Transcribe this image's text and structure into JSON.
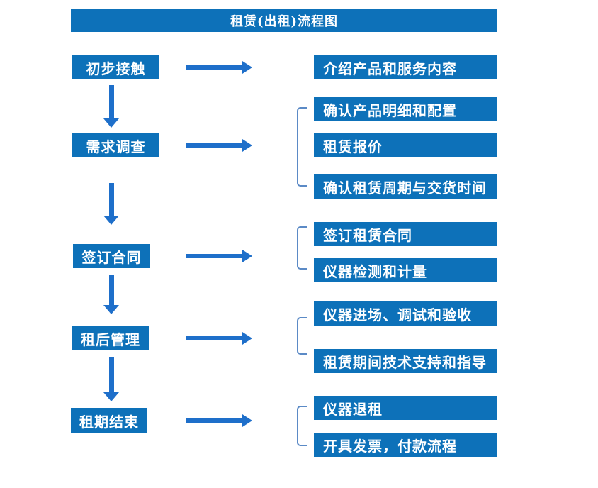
{
  "title": "租赁(出租)流程图",
  "colors": {
    "box_blue": "#0d71b9",
    "arrow_blue": "#1e6fca",
    "bracket_blue": "#5b8ac6",
    "text_white": "#ffffff"
  },
  "steps": [
    "初步接触",
    "需求调查",
    "签订合同",
    "租后管理",
    "租期结束"
  ],
  "details": [
    {
      "items": [
        "介绍产品和服务内容"
      ]
    },
    {
      "items": [
        "确认产品明细和配置",
        "租赁报价",
        "确认租赁周期与交货时间"
      ]
    },
    {
      "items": [
        "签订租赁合同",
        "仪器检测和计量"
      ]
    },
    {
      "items": [
        "仪器进场、调试和验收",
        "租赁期间技术支持和指导"
      ]
    },
    {
      "items": [
        "仪器退租",
        "开具发票，付款流程"
      ]
    }
  ]
}
